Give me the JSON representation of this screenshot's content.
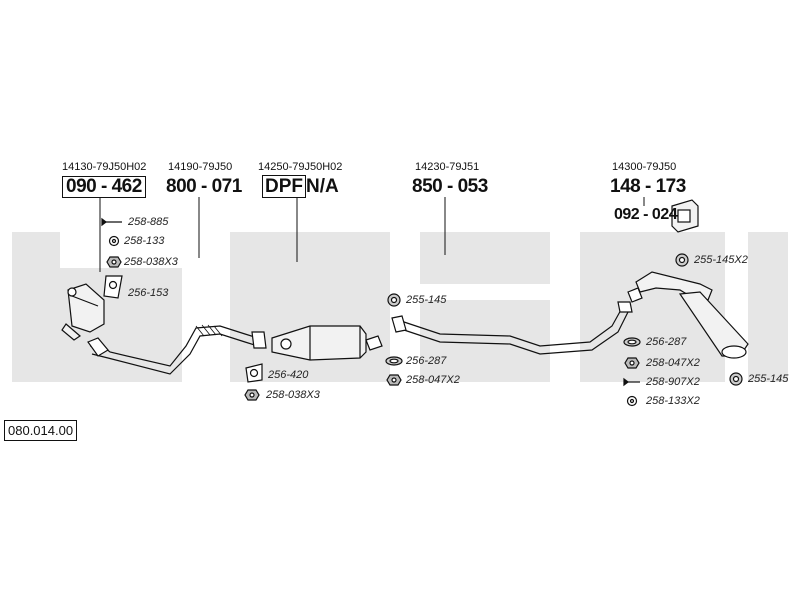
{
  "diagram_id": "080.014.00",
  "sections": [
    {
      "oem": "14130-79J50H02",
      "part": "090 - 462",
      "boxed": true
    },
    {
      "oem": "14190-79J50",
      "part": "800 - 071",
      "boxed": false
    },
    {
      "oem": "14250-79J50H02",
      "part_prefix": "DPF",
      "part": "N/A",
      "boxed": false
    },
    {
      "oem": "14230-79J51",
      "part": "850 - 053",
      "boxed": false
    },
    {
      "oem": "14300-79J50",
      "part": "148 - 173",
      "boxed": false,
      "extra_part": "092 - 024"
    }
  ],
  "accessories": {
    "a258_885": "258-885",
    "a258_133": "258-133",
    "a258_038x3_top": "258-038X3",
    "a256_153": "256-153",
    "a256_420": "256-420",
    "a258_038x3_bottom": "258-038X3",
    "a255_145_mid": "255-145",
    "a256_287_mid": "256-287",
    "a258_047x2_mid": "258-047X2",
    "a255_145x2": "255-145X2",
    "a256_287_right": "256-287",
    "a258_047x2_right": "258-047X2",
    "a258_907x2": "258-907X2",
    "a258_133x2": "258-133X2",
    "a255_145_right": "255-145"
  },
  "colors": {
    "watermark": "#e6e6e6",
    "line": "#111111",
    "part_fill": "#f2f2f2"
  }
}
